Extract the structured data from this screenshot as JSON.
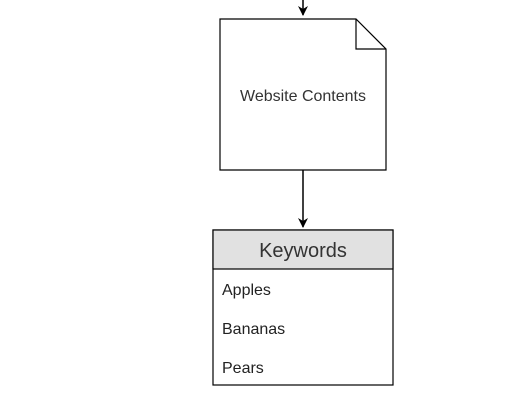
{
  "document_node": {
    "label": "Website Contents"
  },
  "keywords_table": {
    "title": "Keywords",
    "items": [
      "Apples",
      "Bananas",
      "Pears"
    ]
  },
  "colors": {
    "stroke": "#000000",
    "header_fill": "#e1e1e1",
    "body_fill": "#ffffff",
    "text": "#333333"
  }
}
